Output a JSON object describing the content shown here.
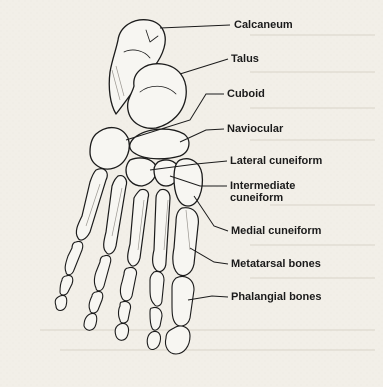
{
  "labels": {
    "calcaneum": "Calcaneum",
    "talus": "Talus",
    "cuboid": "Cuboid",
    "naviocular": "Naviocular",
    "lateral_cuneiform": "Lateral cuneiform",
    "intermediate_line1": "Intermediate",
    "intermediate_line2": "cuneiform",
    "medial_cuneiform": "Medial cuneiform",
    "metatarsal_bones": "Metatarsal bones",
    "phalangial_bones": "Phalangial bones"
  },
  "colors": {
    "paper": "#f2efe8",
    "ink": "#1b1b1b",
    "bone": "#f7f6f2",
    "shade": "#9a9690"
  }
}
